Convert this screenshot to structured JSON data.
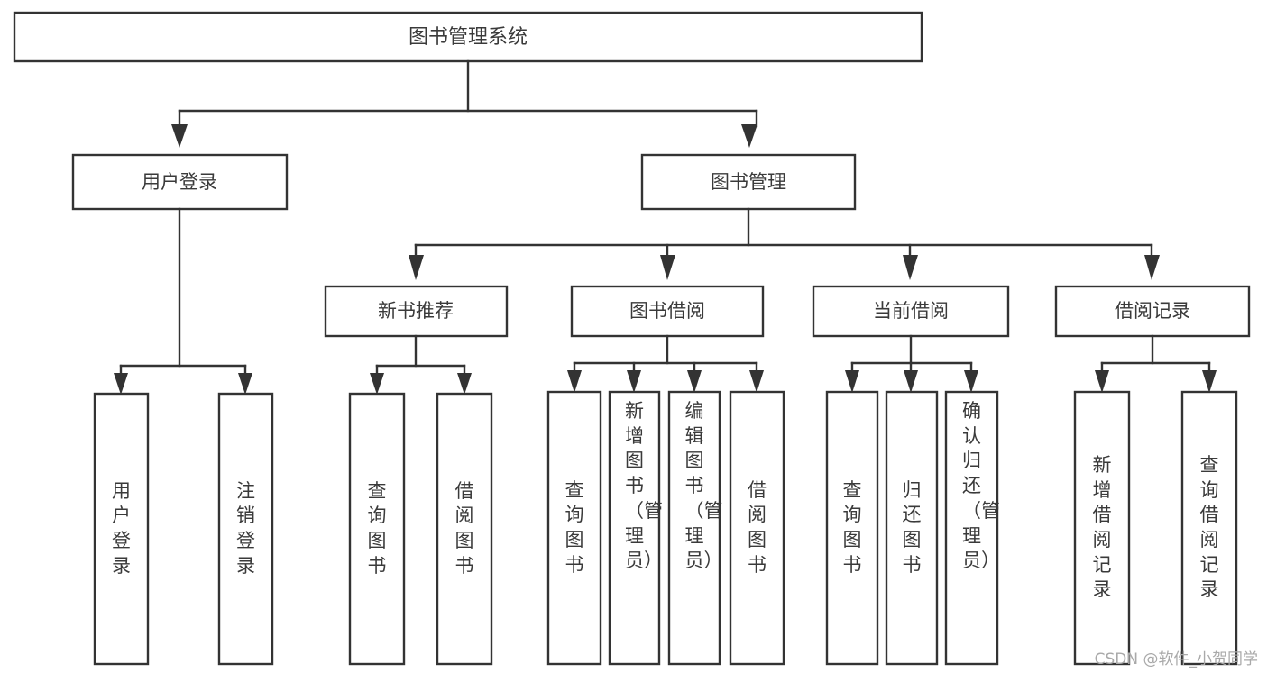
{
  "diagram": {
    "title": "图书管理系统",
    "type": "tree-hierarchy-functional-structure",
    "watermark": "CSDN @软件_小贺同学",
    "colors": {
      "stroke": "#333333",
      "box_fill": "#ffffff",
      "text": "#3a3a3a",
      "background": "#ffffff",
      "watermark": "#a9a9a9"
    },
    "root": {
      "label": "图书管理系统"
    },
    "level2": [
      {
        "label": "用户登录"
      },
      {
        "label": "图书管理"
      }
    ],
    "level3": [
      {
        "label": "新书推荐"
      },
      {
        "label": "图书借阅"
      },
      {
        "label": "当前借阅"
      },
      {
        "label": "借阅记录"
      }
    ],
    "leaves": {
      "user_login": [
        {
          "label": "用户登录"
        },
        {
          "label": "注销登录"
        }
      ],
      "new_book_recommend": [
        {
          "label": "查询图书"
        },
        {
          "label": "借阅图书"
        }
      ],
      "book_borrow": [
        {
          "label": "查询图书"
        },
        {
          "label": "新增图书（管理员）"
        },
        {
          "label": "编辑图书（管理员）"
        },
        {
          "label": "借阅图书"
        }
      ],
      "current_borrow": [
        {
          "label": "查询图书"
        },
        {
          "label": "归还图书"
        },
        {
          "label": "确认归还（管理员）"
        }
      ],
      "borrow_record": [
        {
          "label": "新增借阅记录"
        },
        {
          "label": "查询借阅记录"
        }
      ]
    }
  }
}
